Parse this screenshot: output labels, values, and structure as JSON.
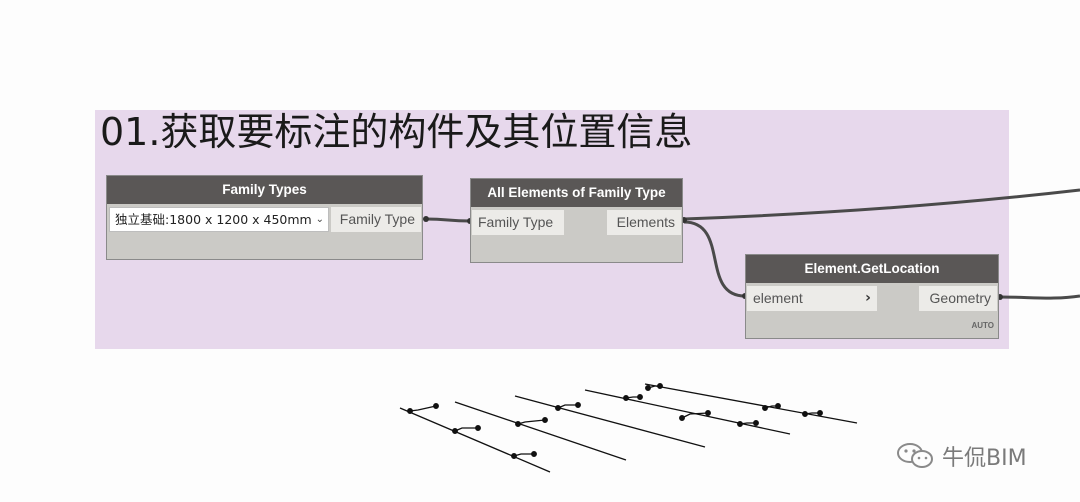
{
  "group": {
    "title": "01.获取要标注的构件及其位置信息"
  },
  "nodes": {
    "family_types": {
      "title": "Family Types",
      "dropdown_value": "独立基础:1800 x 1200 x 450mm",
      "output_port": "Family Type"
    },
    "all_elements": {
      "title": "All Elements of Family Type",
      "input_port": "Family Type",
      "output_port": "Elements"
    },
    "get_location": {
      "title": "Element.GetLocation",
      "input_port": "element",
      "output_port": "Geometry",
      "lacing": "AUTO"
    }
  },
  "watermark": {
    "text": "牛侃BIM",
    "icon": "wechat-icon"
  },
  "colors": {
    "group_background": "#e7d8ec",
    "node_header": "#5a5756",
    "wire": "#4a4a4a"
  }
}
